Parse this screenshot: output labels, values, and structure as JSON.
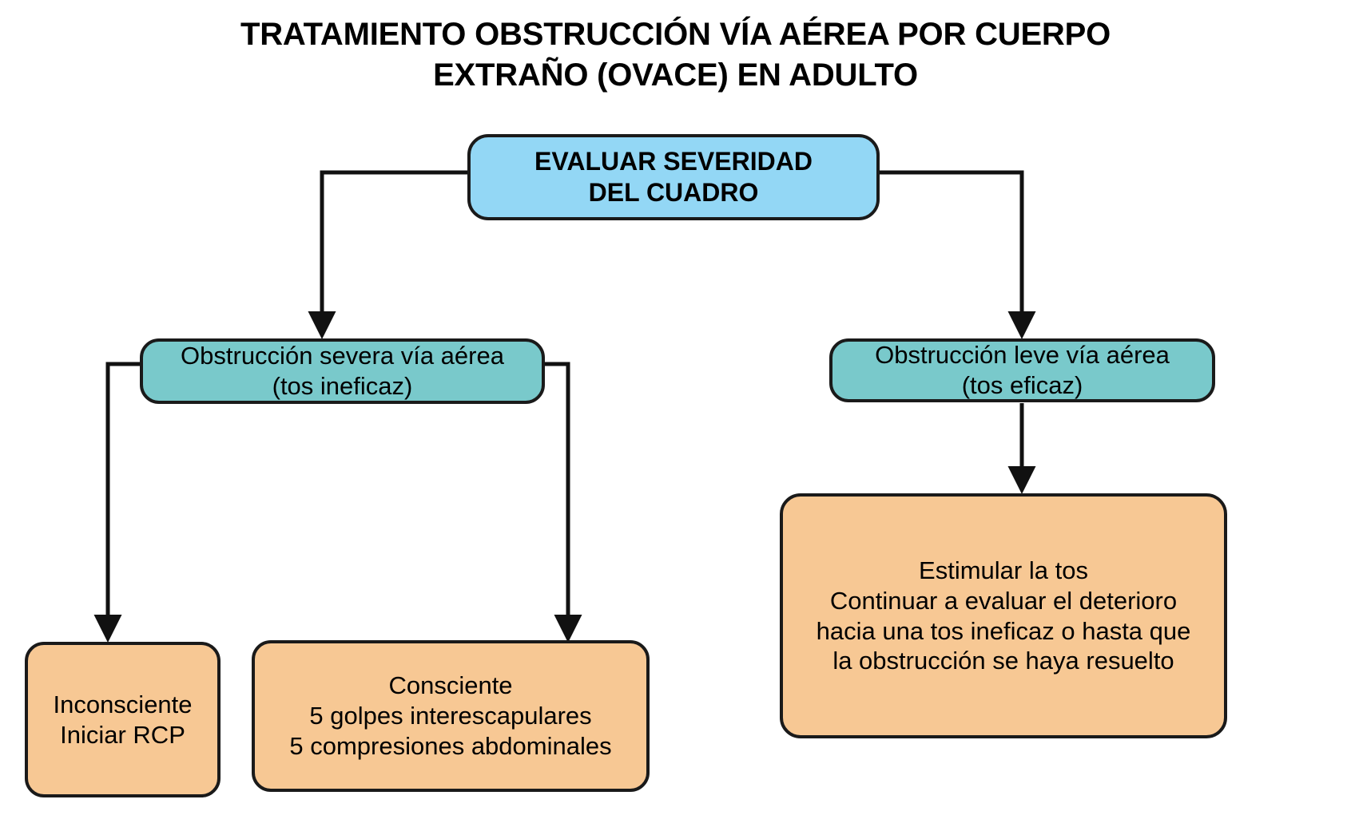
{
  "title": {
    "line1": "TRATAMIENTO OBSTRUCCIÓN VÍA AÉREA POR CUERPO",
    "line2": "EXTRAÑO (OVACE) EN ADULTO"
  },
  "colors": {
    "blue": "#93d7f5",
    "teal": "#79c9cb",
    "peach": "#f7c894",
    "outline": "#1a1a1a",
    "background": "#ffffff",
    "text": "#000000"
  },
  "nodes": {
    "evaluar": {
      "id": "evaluar-severidad",
      "shape": "rounded-rectangle",
      "fill": "#93d7f5",
      "line1": "EVALUAR SEVERIDAD",
      "line2": "DEL CUADRO"
    },
    "severa": {
      "id": "obstruccion-severa",
      "shape": "rounded-rectangle",
      "fill": "#79c9cb",
      "line1": "Obstrucción severa vía aérea",
      "line2": "(tos ineficaz)"
    },
    "leve": {
      "id": "obstruccion-leve",
      "shape": "rounded-rectangle",
      "fill": "#79c9cb",
      "line1": "Obstrucción leve vía aérea",
      "line2": "(tos eficaz)"
    },
    "inconsciente": {
      "id": "inconsciente-rcp",
      "shape": "rounded-rectangle",
      "fill": "#f7c894",
      "line1": "Inconsciente",
      "line2": "Iniciar RCP"
    },
    "consciente": {
      "id": "consciente-golpes",
      "shape": "rounded-rectangle",
      "fill": "#f7c894",
      "line1": "Consciente",
      "line2": "5 golpes interescapulares",
      "line3": "5 compresiones abdominales"
    },
    "estimular": {
      "id": "estimular-la-tos",
      "shape": "rounded-rectangle",
      "fill": "#f7c894",
      "line1": "Estimular la tos",
      "line2": "Continuar a evaluar el deterioro",
      "line3": "hacia una tos ineficaz o hasta que",
      "line4": "la obstrucción se haya resuelto"
    }
  },
  "edges": [
    {
      "id": "evaluar-to-severa",
      "from": "evaluar",
      "to": "severa",
      "style": "elbow-arrow",
      "label": ""
    },
    {
      "id": "evaluar-to-leve",
      "from": "evaluar",
      "to": "leve",
      "style": "elbow-arrow",
      "label": ""
    },
    {
      "id": "severa-to-inconsciente",
      "from": "severa",
      "to": "inconsciente",
      "style": "elbow-arrow",
      "label": ""
    },
    {
      "id": "severa-to-consciente",
      "from": "severa",
      "to": "consciente",
      "style": "elbow-arrow",
      "label": ""
    },
    {
      "id": "leve-to-estimular",
      "from": "leve",
      "to": "estimular",
      "style": "straight-arrow",
      "label": ""
    }
  ]
}
